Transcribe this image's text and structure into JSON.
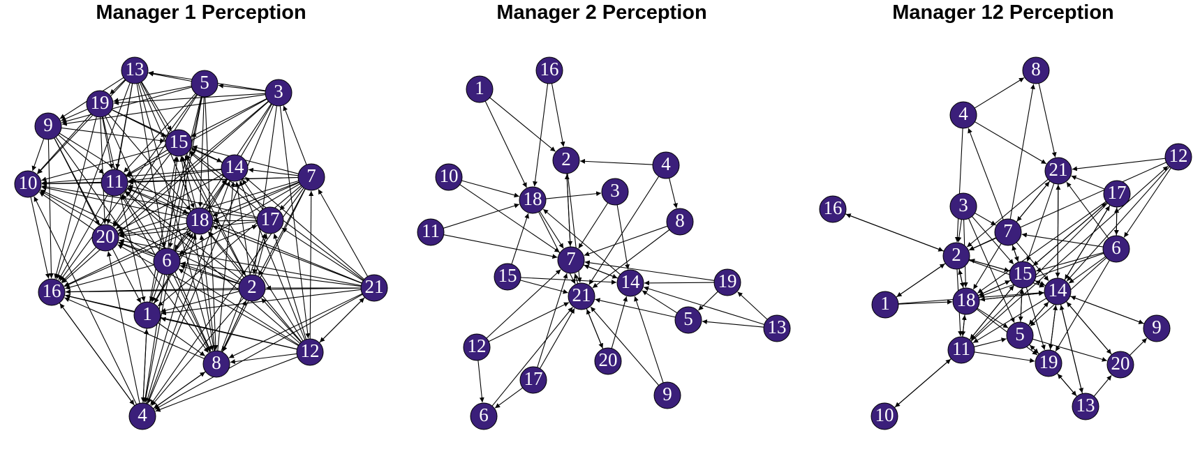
{
  "node_color": "#3b1f7a",
  "edge_color": "#000000",
  "label_color": "#ffffff",
  "panels": [
    {
      "title": "Manager 1 Perception",
      "nodes": [
        "1",
        "2",
        "3",
        "4",
        "5",
        "6",
        "7",
        "8",
        "9",
        "10",
        "11",
        "12",
        "13",
        "14",
        "15",
        "16",
        "17",
        "18",
        "19",
        "20",
        "21"
      ],
      "edges": [
        [
          "3",
          "13"
        ],
        [
          "5",
          "13"
        ],
        [
          "13",
          "19"
        ],
        [
          "13",
          "9"
        ],
        [
          "13",
          "10"
        ],
        [
          "13",
          "16"
        ],
        [
          "13",
          "20"
        ],
        [
          "13",
          "11"
        ],
        [
          "13",
          "15"
        ],
        [
          "13",
          "18"
        ],
        [
          "13",
          "6"
        ],
        [
          "13",
          "2"
        ],
        [
          "13",
          "8"
        ],
        [
          "5",
          "19"
        ],
        [
          "5",
          "9"
        ],
        [
          "5",
          "11"
        ],
        [
          "5",
          "20"
        ],
        [
          "5",
          "16"
        ],
        [
          "5",
          "18"
        ],
        [
          "5",
          "6"
        ],
        [
          "5",
          "1"
        ],
        [
          "5",
          "8"
        ],
        [
          "5",
          "4"
        ],
        [
          "3",
          "5"
        ],
        [
          "3",
          "19"
        ],
        [
          "3",
          "9"
        ],
        [
          "3",
          "15"
        ],
        [
          "3",
          "11"
        ],
        [
          "3",
          "20"
        ],
        [
          "3",
          "16"
        ],
        [
          "3",
          "6"
        ],
        [
          "3",
          "1"
        ],
        [
          "3",
          "4"
        ],
        [
          "3",
          "12"
        ],
        [
          "3",
          "2"
        ],
        [
          "19",
          "9"
        ],
        [
          "19",
          "10"
        ],
        [
          "19",
          "16"
        ],
        [
          "19",
          "11"
        ],
        [
          "19",
          "20"
        ],
        [
          "19",
          "15"
        ],
        [
          "19",
          "14"
        ],
        [
          "19",
          "18"
        ],
        [
          "19",
          "1"
        ],
        [
          "19",
          "8"
        ],
        [
          "9",
          "10"
        ],
        [
          "9",
          "16"
        ],
        [
          "9",
          "11"
        ],
        [
          "9",
          "20"
        ],
        [
          "9",
          "15"
        ],
        [
          "9",
          "18"
        ],
        [
          "9",
          "1"
        ],
        [
          "9",
          "8"
        ],
        [
          "10",
          "16"
        ],
        [
          "11",
          "10"
        ],
        [
          "20",
          "10"
        ],
        [
          "15",
          "10"
        ],
        [
          "14",
          "10"
        ],
        [
          "18",
          "10"
        ],
        [
          "7",
          "10"
        ],
        [
          "17",
          "10"
        ],
        [
          "6",
          "10"
        ],
        [
          "2",
          "10"
        ],
        [
          "4",
          "10"
        ],
        [
          "11",
          "16"
        ],
        [
          "20",
          "16"
        ],
        [
          "6",
          "16"
        ],
        [
          "1",
          "16"
        ],
        [
          "2",
          "16"
        ],
        [
          "21",
          "16"
        ],
        [
          "12",
          "16"
        ],
        [
          "8",
          "16"
        ],
        [
          "18",
          "16"
        ],
        [
          "7",
          "16"
        ],
        [
          "15",
          "11"
        ],
        [
          "14",
          "11"
        ],
        [
          "18",
          "11"
        ],
        [
          "7",
          "11"
        ],
        [
          "17",
          "11"
        ],
        [
          "2",
          "11"
        ],
        [
          "21",
          "11"
        ],
        [
          "6",
          "11"
        ],
        [
          "8",
          "11"
        ],
        [
          "12",
          "11"
        ],
        [
          "15",
          "20"
        ],
        [
          "14",
          "20"
        ],
        [
          "18",
          "20"
        ],
        [
          "7",
          "20"
        ],
        [
          "17",
          "20"
        ],
        [
          "6",
          "20"
        ],
        [
          "2",
          "20"
        ],
        [
          "21",
          "20"
        ],
        [
          "12",
          "20"
        ],
        [
          "4",
          "20"
        ],
        [
          "14",
          "15"
        ],
        [
          "7",
          "15"
        ],
        [
          "17",
          "15"
        ],
        [
          "18",
          "15"
        ],
        [
          "21",
          "15"
        ],
        [
          "2",
          "15"
        ],
        [
          "6",
          "15"
        ],
        [
          "1",
          "15"
        ],
        [
          "8",
          "15"
        ],
        [
          "12",
          "15"
        ],
        [
          "7",
          "14"
        ],
        [
          "17",
          "14"
        ],
        [
          "18",
          "14"
        ],
        [
          "21",
          "14"
        ],
        [
          "2",
          "14"
        ],
        [
          "6",
          "14"
        ],
        [
          "4",
          "14"
        ],
        [
          "8",
          "14"
        ],
        [
          "12",
          "14"
        ],
        [
          "7",
          "18"
        ],
        [
          "17",
          "18"
        ],
        [
          "21",
          "18"
        ],
        [
          "2",
          "18"
        ],
        [
          "12",
          "18"
        ],
        [
          "8",
          "18"
        ],
        [
          "4",
          "18"
        ],
        [
          "1",
          "18"
        ],
        [
          "6",
          "18"
        ],
        [
          "7",
          "17"
        ],
        [
          "21",
          "17"
        ],
        [
          "12",
          "17"
        ],
        [
          "2",
          "17"
        ],
        [
          "8",
          "17"
        ],
        [
          "6",
          "17"
        ],
        [
          "7",
          "2"
        ],
        [
          "7",
          "6"
        ],
        [
          "7",
          "1"
        ],
        [
          "7",
          "8"
        ],
        [
          "7",
          "4"
        ],
        [
          "7",
          "3"
        ],
        [
          "21",
          "7"
        ],
        [
          "12",
          "7"
        ],
        [
          "21",
          "2"
        ],
        [
          "21",
          "6"
        ],
        [
          "21",
          "1"
        ],
        [
          "21",
          "8"
        ],
        [
          "21",
          "4"
        ],
        [
          "12",
          "21"
        ],
        [
          "21",
          "12"
        ],
        [
          "12",
          "2"
        ],
        [
          "12",
          "6"
        ],
        [
          "12",
          "1"
        ],
        [
          "12",
          "8"
        ],
        [
          "12",
          "4"
        ],
        [
          "2",
          "6"
        ],
        [
          "2",
          "1"
        ],
        [
          "2",
          "8"
        ],
        [
          "2",
          "4"
        ],
        [
          "8",
          "2"
        ],
        [
          "6",
          "1"
        ],
        [
          "6",
          "8"
        ],
        [
          "6",
          "4"
        ],
        [
          "1",
          "8"
        ],
        [
          "1",
          "4"
        ],
        [
          "8",
          "4"
        ],
        [
          "4",
          "8"
        ],
        [
          "4",
          "16"
        ],
        [
          "4",
          "1"
        ],
        [
          "16",
          "4"
        ]
      ]
    },
    {
      "title": "Manager 2 Perception",
      "nodes": [
        "1",
        "2",
        "3",
        "4",
        "5",
        "6",
        "7",
        "8",
        "9",
        "10",
        "11",
        "12",
        "13",
        "14",
        "15",
        "16",
        "17",
        "18",
        "19",
        "20",
        "21"
      ],
      "edges": [
        [
          "1",
          "2"
        ],
        [
          "1",
          "18"
        ],
        [
          "16",
          "2"
        ],
        [
          "16",
          "18"
        ],
        [
          "4",
          "2"
        ],
        [
          "4",
          "8"
        ],
        [
          "4",
          "21"
        ],
        [
          "10",
          "18"
        ],
        [
          "10",
          "7"
        ],
        [
          "11",
          "18"
        ],
        [
          "11",
          "7"
        ],
        [
          "18",
          "3"
        ],
        [
          "3",
          "7"
        ],
        [
          "3",
          "14"
        ],
        [
          "18",
          "7"
        ],
        [
          "18",
          "21"
        ],
        [
          "14",
          "18"
        ],
        [
          "2",
          "7"
        ],
        [
          "7",
          "2"
        ],
        [
          "2",
          "21"
        ],
        [
          "8",
          "7"
        ],
        [
          "8",
          "21"
        ],
        [
          "15",
          "18"
        ],
        [
          "15",
          "14"
        ],
        [
          "15",
          "21"
        ],
        [
          "19",
          "14"
        ],
        [
          "19",
          "7"
        ],
        [
          "19",
          "5"
        ],
        [
          "5",
          "14"
        ],
        [
          "5",
          "21"
        ],
        [
          "13",
          "19"
        ],
        [
          "13",
          "5"
        ],
        [
          "13",
          "14"
        ],
        [
          "12",
          "7"
        ],
        [
          "12",
          "21"
        ],
        [
          "12",
          "6"
        ],
        [
          "17",
          "7"
        ],
        [
          "17",
          "21"
        ],
        [
          "17",
          "6"
        ],
        [
          "6",
          "21"
        ],
        [
          "20",
          "21"
        ],
        [
          "21",
          "20"
        ],
        [
          "20",
          "14"
        ],
        [
          "9",
          "21"
        ],
        [
          "9",
          "14"
        ],
        [
          "14",
          "7"
        ],
        [
          "7",
          "14"
        ],
        [
          "21",
          "7"
        ]
      ]
    },
    {
      "title": "Manager 12 Perception",
      "nodes": [
        "1",
        "2",
        "3",
        "4",
        "5",
        "6",
        "7",
        "8",
        "9",
        "10",
        "11",
        "12",
        "13",
        "14",
        "15",
        "16",
        "17",
        "18",
        "19",
        "20",
        "21"
      ],
      "edges": [
        [
          "4",
          "8"
        ],
        [
          "4",
          "21"
        ],
        [
          "4",
          "2"
        ],
        [
          "8",
          "21"
        ],
        [
          "7",
          "8"
        ],
        [
          "12",
          "21"
        ],
        [
          "12",
          "6"
        ],
        [
          "12",
          "2"
        ],
        [
          "17",
          "21"
        ],
        [
          "17",
          "6"
        ],
        [
          "6",
          "17"
        ],
        [
          "6",
          "21"
        ],
        [
          "6",
          "7"
        ],
        [
          "2",
          "16"
        ],
        [
          "16",
          "2"
        ],
        [
          "1",
          "2"
        ],
        [
          "2",
          "1"
        ],
        [
          "1",
          "18"
        ],
        [
          "1",
          "14"
        ],
        [
          "10",
          "11"
        ],
        [
          "11",
          "10"
        ],
        [
          "3",
          "2"
        ],
        [
          "3",
          "18"
        ],
        [
          "3",
          "15"
        ],
        [
          "3",
          "5"
        ],
        [
          "3",
          "7"
        ],
        [
          "7",
          "2"
        ],
        [
          "7",
          "18"
        ],
        [
          "7",
          "15"
        ],
        [
          "15",
          "7"
        ],
        [
          "7",
          "14"
        ],
        [
          "7",
          "4"
        ],
        [
          "7",
          "21"
        ],
        [
          "21",
          "7"
        ],
        [
          "21",
          "2"
        ],
        [
          "21",
          "15"
        ],
        [
          "21",
          "14"
        ],
        [
          "14",
          "21"
        ],
        [
          "2",
          "15"
        ],
        [
          "15",
          "2"
        ],
        [
          "2",
          "14"
        ],
        [
          "2",
          "18"
        ],
        [
          "18",
          "2"
        ],
        [
          "2",
          "11"
        ],
        [
          "15",
          "18"
        ],
        [
          "18",
          "15"
        ],
        [
          "15",
          "14"
        ],
        [
          "14",
          "15"
        ],
        [
          "15",
          "11"
        ],
        [
          "11",
          "15"
        ],
        [
          "15",
          "5"
        ],
        [
          "5",
          "15"
        ],
        [
          "15",
          "19"
        ],
        [
          "15",
          "17"
        ],
        [
          "17",
          "15"
        ],
        [
          "14",
          "18"
        ],
        [
          "18",
          "14"
        ],
        [
          "14",
          "11"
        ],
        [
          "14",
          "5"
        ],
        [
          "5",
          "14"
        ],
        [
          "14",
          "19"
        ],
        [
          "19",
          "14"
        ],
        [
          "14",
          "20"
        ],
        [
          "20",
          "14"
        ],
        [
          "14",
          "9"
        ],
        [
          "9",
          "14"
        ],
        [
          "14",
          "13"
        ],
        [
          "13",
          "14"
        ],
        [
          "14",
          "17"
        ],
        [
          "17",
          "14"
        ],
        [
          "6",
          "14"
        ],
        [
          "6",
          "15"
        ],
        [
          "6",
          "19"
        ],
        [
          "6",
          "18"
        ],
        [
          "18",
          "11"
        ],
        [
          "11",
          "18"
        ],
        [
          "18",
          "5"
        ],
        [
          "11",
          "5"
        ],
        [
          "11",
          "19"
        ],
        [
          "5",
          "19"
        ],
        [
          "19",
          "5"
        ],
        [
          "5",
          "20"
        ],
        [
          "19",
          "13"
        ],
        [
          "13",
          "19"
        ],
        [
          "20",
          "9"
        ],
        [
          "13",
          "20"
        ],
        [
          "12",
          "14"
        ],
        [
          "17",
          "18"
        ],
        [
          "17",
          "11"
        ],
        [
          "18",
          "19"
        ],
        [
          "11",
          "12"
        ],
        [
          "6",
          "5"
        ]
      ]
    }
  ]
}
